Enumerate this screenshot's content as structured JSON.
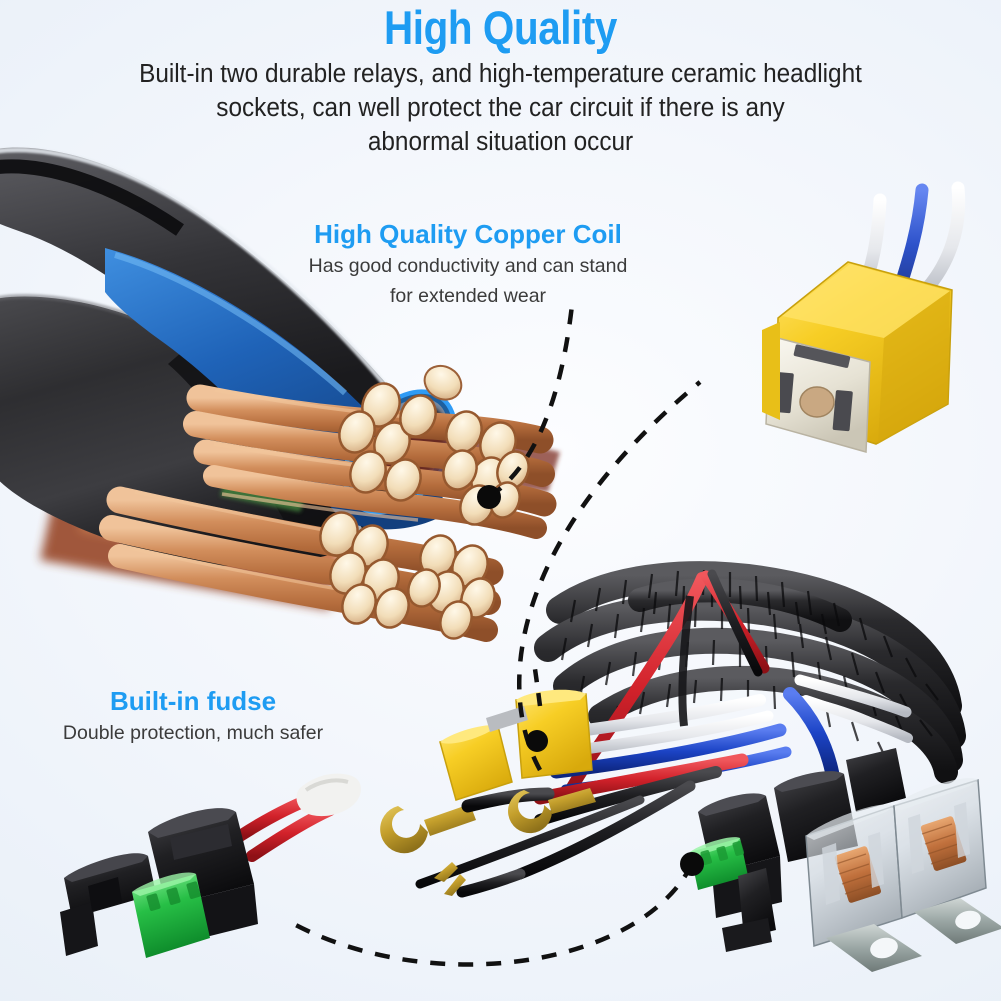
{
  "header": {
    "title": "High Quality",
    "subtitle_lines": [
      "Built-in two durable relays, and high-temperature ceramic headlight",
      "sockets, can well protect the car circuit if there is any",
      "abnormal situation occur"
    ]
  },
  "callouts": [
    {
      "id": "copper-coil",
      "title": "High Quality Copper Coil",
      "body_lines": [
        "Has good conductivity and can stand",
        "for extended wear"
      ]
    },
    {
      "id": "built-in-fuse",
      "title": "Built-in fudse",
      "body_lines": [
        "Double protection, much safer"
      ]
    }
  ],
  "colors": {
    "background": "#f2f6fb",
    "accent_blue": "#1E9CF2",
    "body_text": "#222222",
    "callout_body_text": "#3b3b3b",
    "cable_jacket_black": "#2b2b2d",
    "cable_inner_blue": "#1c6fc4",
    "copper": "#c57b4e",
    "copper_tip": "#f5e6c8",
    "socket_yellow": "#f5cf2a",
    "socket_ceramic_white": "#efece2",
    "fuse_green": "#2fc04a",
    "wire_red": "#d9232b",
    "wire_blue": "#1a48c8",
    "wire_white": "#f0f0f0",
    "brass_terminal": "#c9a227",
    "relay_bracket": "#9aa6a6",
    "leader_line": "#111111"
  },
  "product_parts": [
    {
      "name": "cut-away-cable",
      "description": "Cut-away automotive cable showing black outer jacket, blue inner insulation and copper strand bundles"
    },
    {
      "name": "copper-strand-bundle-upper",
      "strand_count": 13
    },
    {
      "name": "copper-strand-bundle-lower",
      "strand_count": 13
    },
    {
      "name": "h4-ceramic-socket",
      "description": "Yellow H4 ceramic headlight socket with white ceramic face, three metal terminals and blue/white pigtail wires"
    },
    {
      "name": "inline-fuse-holder",
      "description": "Black inline blade fuse holder with open lid and green blade fuse, red wires and white connector"
    },
    {
      "name": "wiring-harness",
      "description": "Coiled black corrugated conduit harness with red, blue, white and black wires"
    },
    {
      "name": "relay-pair",
      "count": 2,
      "description": "Two clear-cased automotive relays with copper windings on zinc mounting brackets"
    },
    {
      "name": "yellow-fuse-holders",
      "count": 2
    },
    {
      "name": "ring-terminals",
      "count": 3,
      "finish": "brass"
    },
    {
      "name": "black-connector-blocks",
      "count": 3
    }
  ],
  "leader_lines": [
    {
      "name": "leader-copper-coil",
      "from": "copper-strand-bundle-upper",
      "to": "callout-copper-coil"
    },
    {
      "name": "leader-harness",
      "from": "wiring-harness",
      "to": "callout-copper-coil"
    },
    {
      "name": "leader-built-in-fuse",
      "from": "green-blade-fuse",
      "to": "inline-fuse-holder"
    }
  ]
}
